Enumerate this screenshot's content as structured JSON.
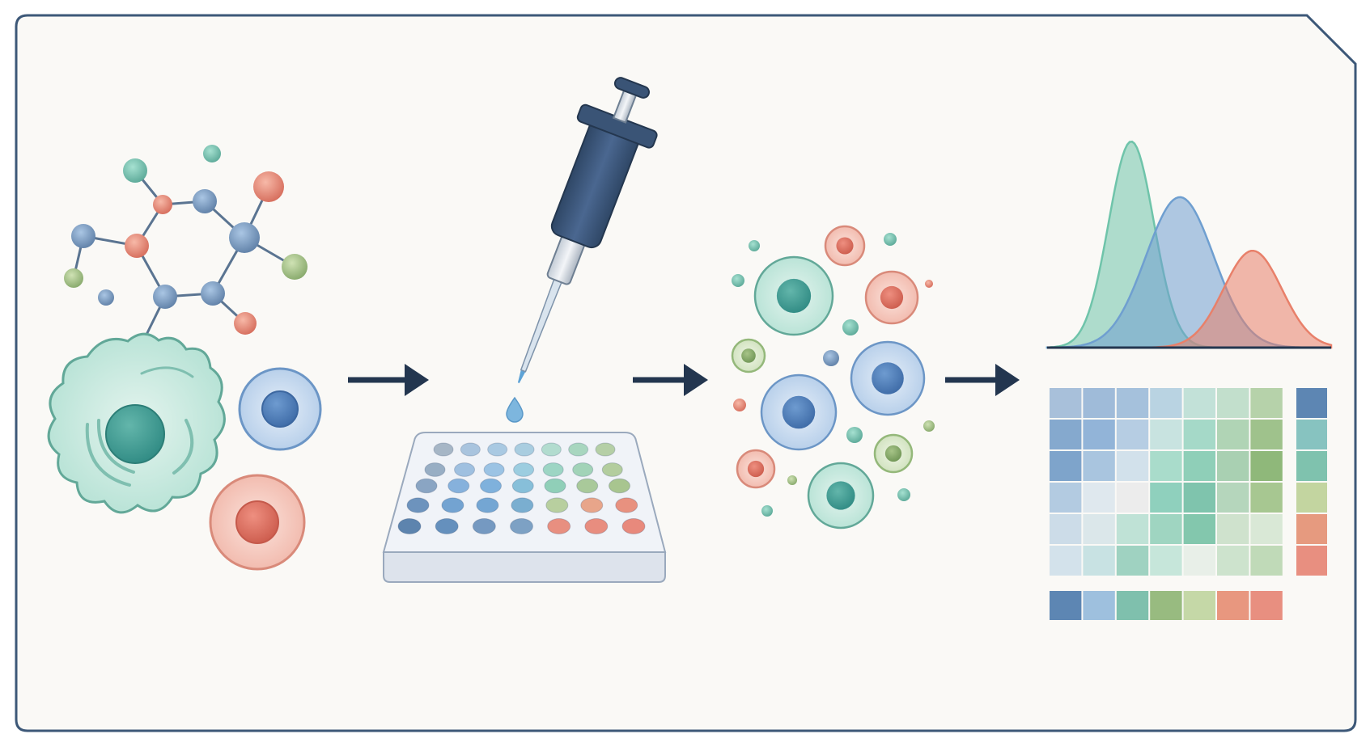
{
  "diagram": {
    "stages": [
      "compound-and-cells",
      "plate-dosing",
      "treated-cell-population",
      "analysis-output"
    ],
    "colors": {
      "frame": "#3d5878",
      "background": "#faf9f6",
      "arrow": "#23364f",
      "teal": "#8dcdbd",
      "blue": "#7aa2cf",
      "red": "#e89a8a",
      "green": "#9bbd83",
      "pipette": "#3e5878",
      "plate": "#eef1f6"
    },
    "plate_wells": [
      [
        "#a6b6c6",
        "#a9c4de",
        "#a9c9e2",
        "#a9cde0",
        "#b2dccf",
        "#a8d6bf",
        "#b5cfa6"
      ],
      [
        "#98aec4",
        "#9fc0e0",
        "#9bc3e4",
        "#9ccde0",
        "#9dd5c4",
        "#a2d3b8",
        "#b3cd9e"
      ],
      [
        "#8aa5c3",
        "#86b1dc",
        "#7fb1dc",
        "#87bfd9",
        "#90cfb8",
        "#a9c99a",
        "#a8c58f"
      ],
      [
        "#6d93bd",
        "#73a3d1",
        "#74a6d3",
        "#7aaed0",
        "#b8cf9f",
        "#e8a58a",
        "#e8917f"
      ],
      [
        "#5d84ae",
        "#6590bd",
        "#7599c1",
        "#7da1c4",
        "#e88f80",
        "#e88d7f",
        "#e8897c"
      ]
    ],
    "heatmap_rows": [
      [
        "#a8c0da",
        "#9fbbd9",
        "#a5c1dc",
        "#b9d3e2",
        "#c2e1d8",
        "#c2dfcc",
        "#b6d2aa"
      ],
      [
        "#85a9ce",
        "#92b4d8",
        "#b6cde3",
        "#c8e3e0",
        "#a5d9c8",
        "#b0d4b5",
        "#9fc28c"
      ],
      [
        "#7ea4cb",
        "#a9c5df",
        "#d2e1eb",
        "#a9dccb",
        "#8fcfb8",
        "#a9d0b2",
        "#8fb87a"
      ],
      [
        "#b3cbe1",
        "#dfe8ee",
        "#ececec",
        "#8fd0bd",
        "#7fc4ad",
        "#b5d6bc",
        "#a7c791"
      ],
      [
        "#ccdce8",
        "#dbe7ea",
        "#bfe2d6",
        "#9fd5c1",
        "#83c7ad",
        "#cfe2cd",
        "#d9e8d6"
      ],
      [
        "#d3e2eb",
        "#c8e2e3",
        "#9fd2c1",
        "#c6e6da",
        "#e8efe8",
        "#cde3cd",
        "#c0dab8"
      ]
    ],
    "heatmap_side": [
      "#5d86b3",
      "#87c3c0",
      "#7fc2ae",
      "#c3d5a0",
      "#e69a7f",
      "#e88f80"
    ],
    "heatmap_bottom": [
      "#5d86b3",
      "#9ec0de",
      "#7fc0ad",
      "#98bb80",
      "#c5d8a7",
      "#e8977f",
      "#e88f80"
    ],
    "distributions": [
      {
        "color": "#6fc4aa",
        "peak": 1.0
      },
      {
        "color": "#6f9fd0",
        "peak": 0.73
      },
      {
        "color": "#e8806a",
        "peak": 0.47
      }
    ]
  }
}
